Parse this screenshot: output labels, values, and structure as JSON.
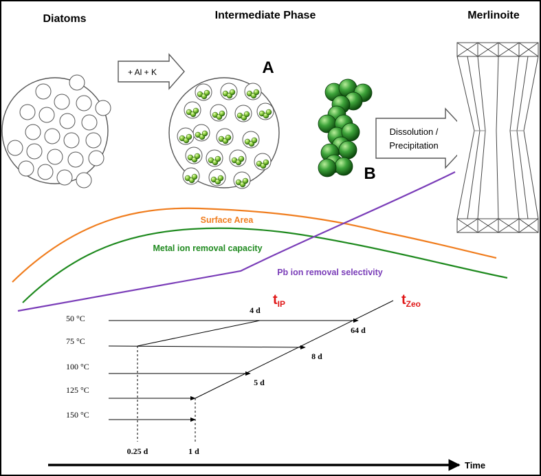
{
  "headings": {
    "diatoms": "Diatoms",
    "intermediate": "Intermediate Phase",
    "merlinoite": "Merlinoite"
  },
  "arrow_add": "+ Al + K",
  "arrow_dissolution": [
    "Dissolution /",
    "Precipitation"
  ],
  "label_a": "A",
  "label_b": "B",
  "curves": {
    "surface_area": {
      "label": "Surface Area",
      "color": "#f07d1e"
    },
    "metal_ion": {
      "label": "Metal ion removal capacity",
      "color": "#1f8a1f"
    },
    "pb_ion": {
      "label": "Pb ion removal selectivity",
      "color": "#7a3db8"
    }
  },
  "timeline": {
    "t_ip": {
      "base": "t",
      "sub": "IP",
      "color": "#e01818"
    },
    "t_zeo": {
      "base": "t",
      "sub": "Zeo",
      "color": "#e01818"
    },
    "temperatures": [
      "50 °C",
      "75 °C",
      "100 °C",
      "125 °C",
      "150 °C"
    ],
    "durations": [
      "4 d",
      "64 d",
      "8 d",
      "5 d"
    ],
    "axis_ticks": [
      "0.25 d",
      "1 d"
    ],
    "axis_label": "Time"
  }
}
